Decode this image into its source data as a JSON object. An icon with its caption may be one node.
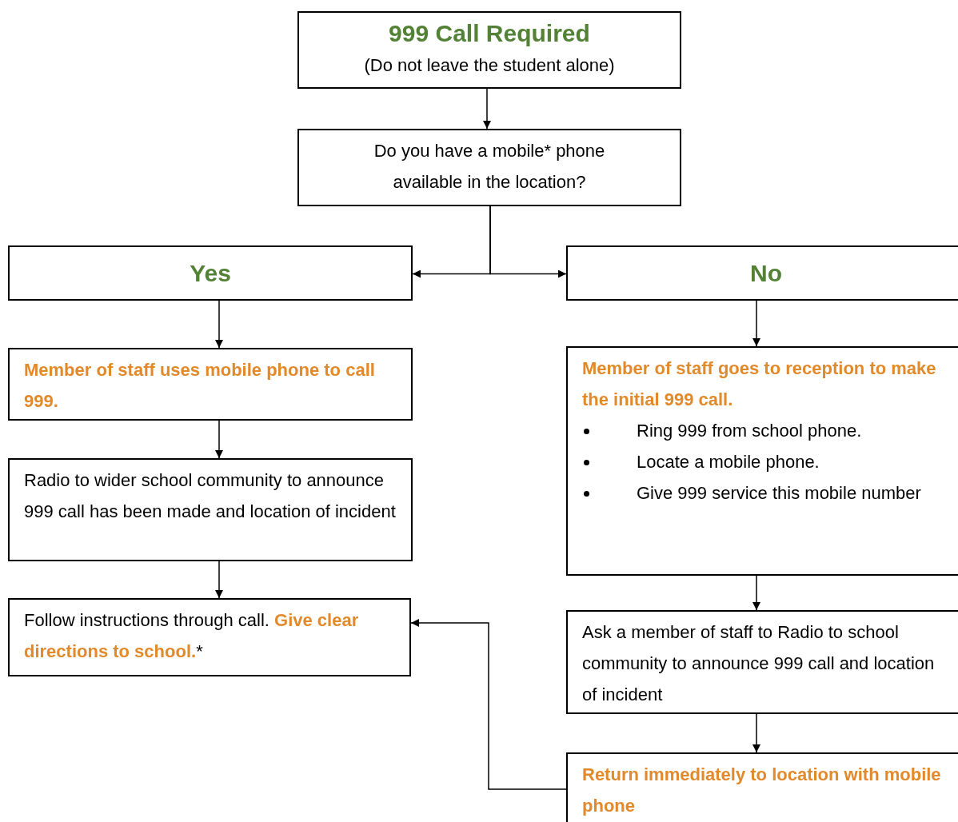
{
  "diagram": {
    "nodes": [
      {
        "text": [
          "999 Call Required",
          "(Do not leave the student alone)"
        ]
      },
      {
        "text": [
          "Do you have a mobile* phone available in the location?"
        ]
      },
      {
        "text": [
          "Yes"
        ]
      },
      {
        "text": [
          "No"
        ]
      },
      {
        "text": [
          "Member of staff uses mobile phone to call 999."
        ]
      },
      {
        "text": [
          "Radio to wider school community to announce 999 call has been made and location of incident"
        ]
      },
      {
        "text": [
          "Follow instructions through call. **Give clear directions to school.***"
        ]
      },
      {
        "text": [
          "Member of staff goes to reception to make the initial 999 call.",
          "Ring 999 from school phone.",
          "Locate a mobile phone.",
          "Give 999 service this mobile number"
        ]
      },
      {
        "text": [
          "Ask a member of staff to Radio to school community to announce 999 call and location of incident"
        ]
      },
      {
        "text": [
          "Return immediately to location with mobile phone"
        ]
      }
    ],
    "edges": [
      {
        "from": 0,
        "to": 1,
        "arrow": "to"
      },
      {
        "from": 1,
        "to": 2,
        "arrow": "to"
      },
      {
        "from": 1,
        "to": 3,
        "arrow": "to"
      },
      {
        "from": 2,
        "to": 4,
        "arrow": "to"
      },
      {
        "from": 4,
        "to": 5,
        "arrow": "to"
      },
      {
        "from": 5,
        "to": 6,
        "arrow": "to"
      },
      {
        "from": 3,
        "to": 7,
        "arrow": "to"
      },
      {
        "from": 7,
        "to": 8,
        "arrow": "to"
      },
      {
        "from": 8,
        "to": 9,
        "arrow": "to"
      },
      {
        "from": 9,
        "to": 6,
        "arrow": "to"
      }
    ]
  }
}
